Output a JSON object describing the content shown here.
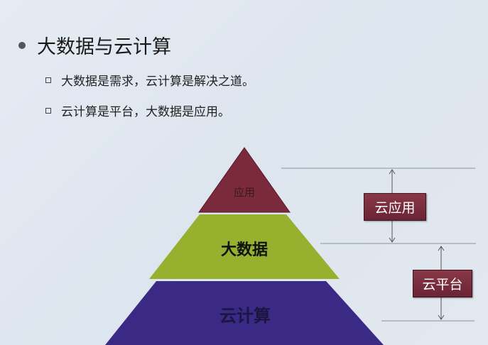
{
  "slide": {
    "title": "大数据与云计算",
    "bullets": [
      "大数据是需求，云计算是解决之道。",
      "云计算是平台，大数据是应用。"
    ]
  },
  "pyramid": {
    "levels": [
      {
        "label": "应用",
        "color": "#7a2a3a"
      },
      {
        "label": "大数据",
        "color": "#97b02e"
      },
      {
        "label": "云计算",
        "color": "#3a2a85"
      }
    ]
  },
  "brackets": [
    {
      "label": "云应用"
    },
    {
      "label": "云平台"
    }
  ]
}
